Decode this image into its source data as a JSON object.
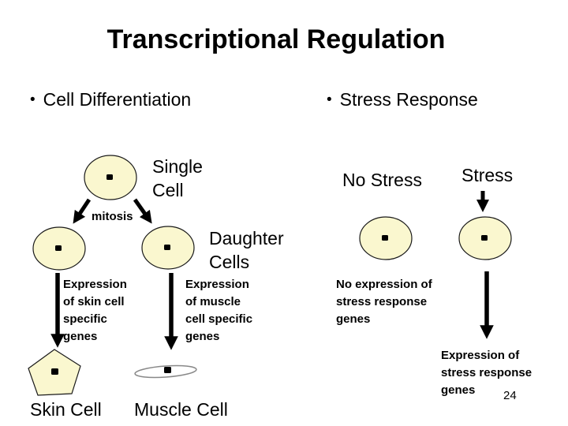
{
  "title": "Transcriptional Regulation",
  "bullets": [
    {
      "bullet": "•",
      "label": "Cell Differentiation"
    },
    {
      "bullet": "•",
      "label": "Stress Response"
    }
  ],
  "differentiation": {
    "single_cell_label": "Single\nCell",
    "mitosis_label": "mitosis",
    "daughter_cells_label": "Daughter\nCells",
    "skin_expression_label": "Expression\nof skin cell\nspecific\ngenes",
    "muscle_expression_label": "Expression\nof muscle\ncell specific\ngenes",
    "skin_cell_label": "Skin Cell",
    "muscle_cell_label": "Muscle Cell"
  },
  "stress_response": {
    "no_stress_label": "No Stress",
    "stress_label": "Stress",
    "no_expression_label": "No expression of\nstress response\ngenes",
    "expression_label": "Expression of\nstress response\ngenes"
  },
  "page_number": "24",
  "colors": {
    "background": "#FFFFFF",
    "cell_fill": "#FAF7CF",
    "cell_outline": "#1A1A1A",
    "muscle_outline": "#888888",
    "text": "#000000"
  }
}
